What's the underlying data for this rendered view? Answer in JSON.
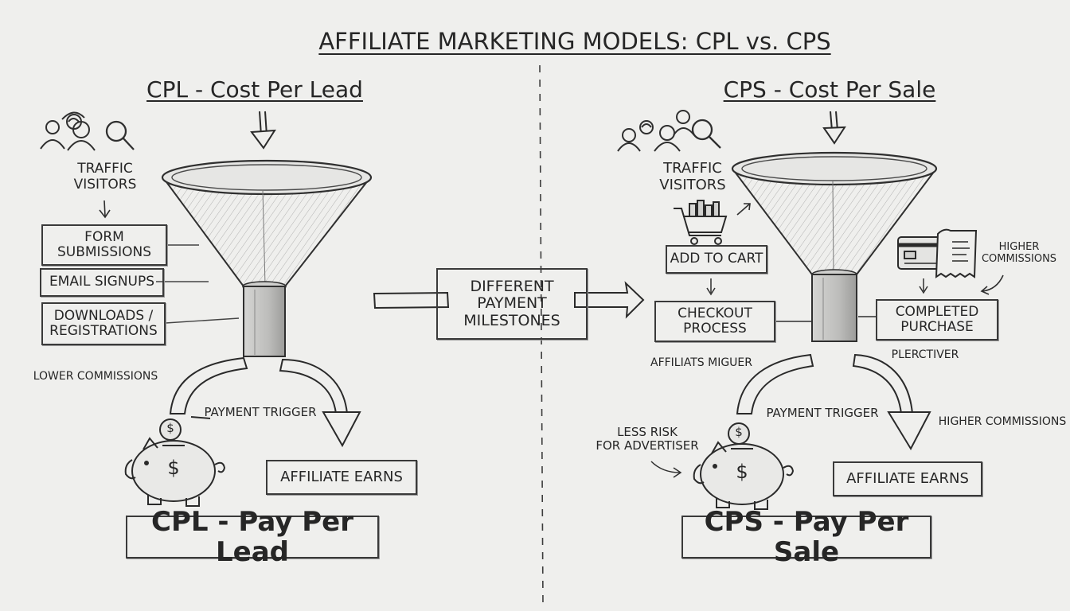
{
  "title": "AFFILIATE MARKETING MODELS: CPL vs. CPS",
  "cpl": {
    "heading": "CPL - Cost Per Lead",
    "traffic": "TRAFFIC\nVISITORS",
    "steps": [
      "FORM\nSUBMISSIONS",
      "EMAIL SIGNUPS",
      "DOWNLOADS /\nREGISTRATIONS"
    ],
    "lower_commissions": "LOWER COMMISSIONS",
    "payment_trigger": "PAYMENT TRIGGER",
    "affiliate_earns": "AFFILIATE EARNS",
    "footer": "CPL - Pay Per Lead"
  },
  "center": {
    "label": "DIFFERENT\nPAYMENT\nMILESTONES"
  },
  "cps": {
    "heading": "CPS - Cost Per Sale",
    "traffic": "TRAFFIC\nVISITORS",
    "add_to_cart": "ADD TO CART",
    "checkout": "CHECKOUT\nPROCESS",
    "affiliate_note": "AFFILIATS MIGUER",
    "higher_commissions_top": "HIGHER\nCOMMISSIONS",
    "completed_purchase": "COMPLETED\nPURCHASE",
    "plerctiver": "PLERCTIVER",
    "payment_trigger": "PAYMENT TRIGGER",
    "higher_commissions": "HIGHER COMMISSIONS",
    "less_risk": "LESS RISK\nFOR ADVERTISER",
    "affiliate_earns": "AFFILIATE EARNS",
    "footer": "CPS - Pay Per Sale"
  },
  "icons": {
    "coin_symbol": "$"
  },
  "colors": {
    "background": "#efefed",
    "ink": "#262626"
  }
}
